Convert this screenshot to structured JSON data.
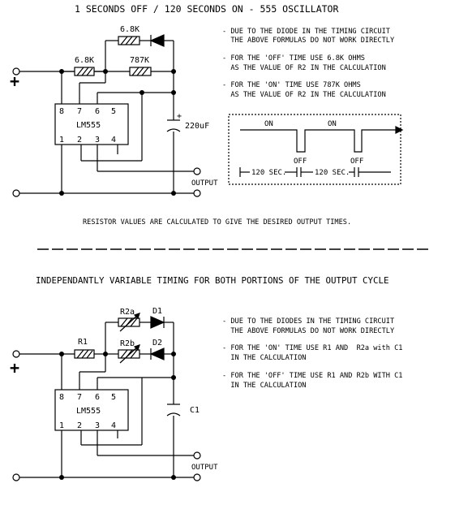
{
  "top": {
    "title": "1 SECONDS OFF / 120 SECONDS ON - 555 OSCILLATOR",
    "plus": "+",
    "r_top": "6.8K",
    "r1": "6.8K",
    "r2": "787K",
    "cap": "220uF",
    "cap_pol": "+",
    "ic": "LM555",
    "pins": {
      "p8": "8",
      "p7": "7",
      "p6": "6",
      "p5": "5",
      "p1": "1",
      "p2": "2",
      "p3": "3",
      "p4": "4"
    },
    "output": "OUTPUT",
    "notes": [
      "- DUE TO THE DIODE IN THE TIMING CIRCUIT",
      "  THE ABOVE FORMULAS DO NOT WORK DIRECTLY",
      "- FOR THE 'OFF' TIME USE 6.8K OHMS",
      "  AS THE VALUE OF R2 IN THE CALCULATION",
      "- FOR THE 'ON' TIME USE 787K OHMS",
      "  AS THE VALUE OF R2 IN THE CALCULATION"
    ],
    "timing": {
      "on1": "ON",
      "on2": "ON",
      "off1": "OFF",
      "off2": "OFF",
      "sec1": "120 SEC.",
      "sec2": "120 SEC."
    },
    "footnote": "RESISTOR VALUES ARE CALCULATED TO GIVE THE DESIRED OUTPUT TIMES."
  },
  "bottom": {
    "title": "INDEPENDANTLY VARIABLE TIMING FOR BOTH PORTIONS OF THE OUTPUT CYCLE",
    "plus": "+",
    "r1": "R1",
    "r2a": "R2a",
    "r2b": "R2b",
    "d1": "D1",
    "d2": "D2",
    "cap": "C1",
    "ic": "LM555",
    "pins": {
      "p8": "8",
      "p7": "7",
      "p6": "6",
      "p5": "5",
      "p1": "1",
      "p2": "2",
      "p3": "3",
      "p4": "4"
    },
    "output": "OUTPUT",
    "notes": [
      "- DUE TO THE DIODES IN THE TIMING CIRCUIT",
      "  THE ABOVE FORMULAS DO NOT WORK DIRECTLY",
      "- FOR THE 'ON' TIME USE R1 AND  R2a with C1",
      "  IN THE CALCULATION",
      "- FOR THE 'OFF' TIME USE R1 AND R2b WITH C1",
      "  IN THE CALCULATION"
    ]
  }
}
